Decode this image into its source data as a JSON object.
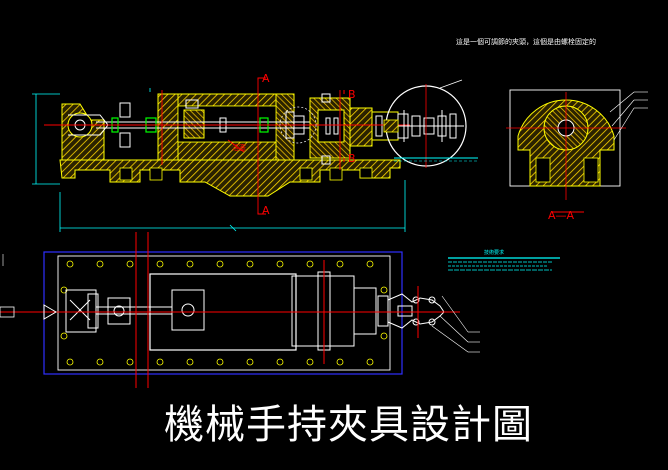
{
  "title": "機械手持夾具設計圖",
  "section_marks": {
    "a_top": "A",
    "a_bottom": "A",
    "b_top": "B",
    "b_bottom": "B",
    "section_view": "A—A"
  },
  "labels": {
    "red_tag": "活塞",
    "detail_note": "這是一個可調節的夾頭，這個是由螺栓固定的",
    "right_notes": [
      "技術要求"
    ]
  },
  "colors": {
    "background": "#000000",
    "outline": "#ffff00",
    "hatch": "#ffd700",
    "dimension": "#00ffff",
    "center_line": "#ff0000",
    "secondary": "#00ff00",
    "view_border": "#0000ff",
    "parts": "#ffffff"
  }
}
